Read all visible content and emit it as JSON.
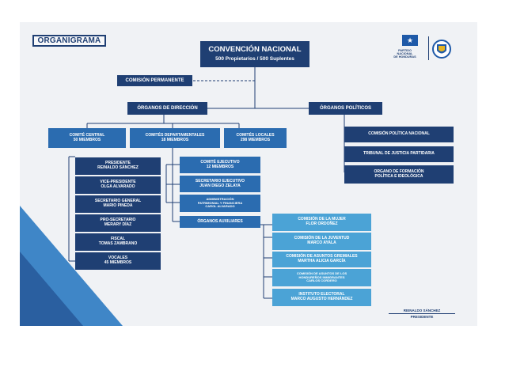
{
  "title": "ORGANIGRAMA",
  "logo": {
    "name": "PARTIDO NACIONAL DE HONDURAS",
    "line1": "PARTIDO",
    "line2": "NACIONAL",
    "line3": "DE HONDURAS"
  },
  "convention": {
    "title": "CONVENCIÓN NACIONAL",
    "subtitle": "500 Propietarios / 500 Suplentes"
  },
  "permanent_commission": "COMISIÓN PERMANENTE",
  "direction_organs": "ÓRGANOS DE DIRECCIÓN",
  "political_organs": "ÓRGANOS POLÍTICOS",
  "committees": {
    "central": "COMITÉ CENTRAL\n50 MIEMBROS",
    "departmental": "COMITÉS DEPARTAMENTALES\n18 MIEMBROS",
    "local": "COMITÉS LOCALES\n298 MIEMBROS"
  },
  "central_members": [
    "PRESIDENTE\nREINALDO SÁNCHEZ",
    "VICE-PRESIDENTE\nOLGA ALVARADO",
    "SECRETARIO GENERAL\nMARIO PINEDA",
    "PRO-SECRETARIO\nMERARY DÍAZ",
    "FISCAL\nTOMAS ZAMBRANO",
    "VOCALES\n45 MIEMBROS"
  ],
  "executive": [
    "COMITÉ EJECUTIVO\n12 MIEMBROS",
    "SECRETARIO EJECUTIVO\nJUAN DIEGO ZELAYA",
    "ADMINISTRACIÓN\nPATRIMONIAL Y FINANCIERA\nCAROL ALVARADO"
  ],
  "auxiliary_organs": "ÓRGANOS AUXILIARES",
  "auxiliary": [
    "COMISIÓN DE LA MUJER\nFLOR ORDOÑEZ",
    "COMISIÓN DE LA JUVENTUD\nMARCO AYALA",
    "COMISIÓN DE ASUNTOS GREMIALES\nMARTHA ALICIA GARCÍA",
    "COMISIÓN DE ASUNTOS DE LOS\nHONDUREÑOS INMIGRANTES\nCARLOS CORDERO",
    "INSTITUTO ELECTORAL\nMARCO AUGUSTO HERNÁNDEZ"
  ],
  "political": [
    "COMISIÓN POLÍTICA NACIONAL",
    "TRIBUNAL DE JUSTICIA PARTIDARIA",
    "ORGANO DE FORMACIÓN\nPOLÍTICA E IDEOLÓGICA"
  ],
  "signature": {
    "name": "REINALDO SÁNCHEZ",
    "role": "PRESIDENTE"
  },
  "colors": {
    "navy": "#1f3f73",
    "medium": "#2b6cb0",
    "light": "#4ba3d6",
    "background": "#f0f2f5"
  }
}
